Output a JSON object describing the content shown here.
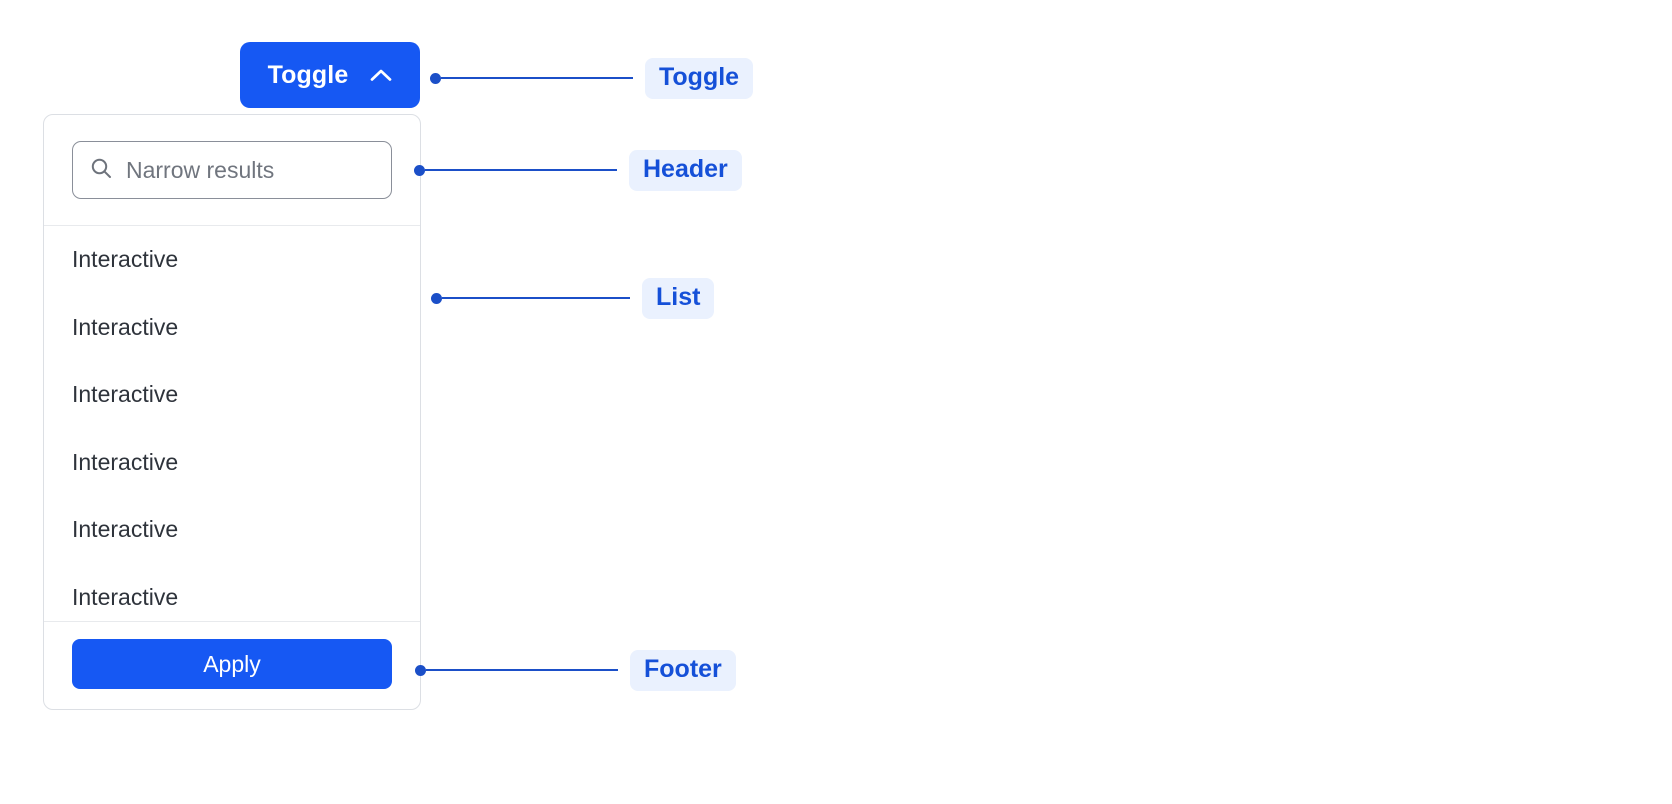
{
  "toggle": {
    "label": "Toggle",
    "icon": "chevron-up-icon",
    "background": "#1658F3",
    "text_color": "#FFFFFF",
    "expanded": true
  },
  "dropdown": {
    "header": {
      "search": {
        "icon": "search-icon",
        "placeholder": "Narrow results",
        "value": ""
      }
    },
    "list": {
      "items": [
        {
          "label": "Interactive"
        },
        {
          "label": "Interactive"
        },
        {
          "label": "Interactive"
        },
        {
          "label": "Interactive"
        },
        {
          "label": "Interactive"
        },
        {
          "label": "Interactive"
        }
      ]
    },
    "footer": {
      "apply_label": "Apply"
    },
    "border_color": "#DCDFE4",
    "divider_color": "#E8EAED"
  },
  "annotations": {
    "accent_line": "#1B4FC8",
    "pill_background": "#EAF1FE",
    "pill_text": "#1550D8",
    "items": [
      {
        "label": "Toggle"
      },
      {
        "label": "Header"
      },
      {
        "label": "List"
      },
      {
        "label": "Footer"
      }
    ]
  }
}
